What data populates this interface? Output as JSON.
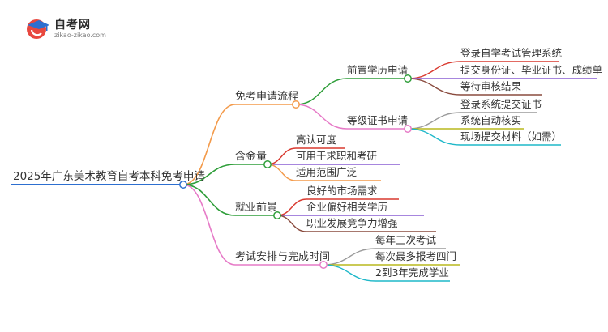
{
  "logo": {
    "title": "自考网",
    "url": "zikao-zikao.com"
  },
  "mindmap": {
    "root": "2025年广东美术教育自考本科免考申请",
    "branches": [
      {
        "label": "免考申请流程",
        "color": "#f39a4a",
        "children": [
          {
            "label": "前置学历申请",
            "color": "#2f9e3a",
            "children": [
              {
                "label": "登录自学考试管理系统",
                "color": "#d9392f"
              },
              {
                "label": "提交身份证、毕业证书、成绩单",
                "color": "#8a5fd3"
              },
              {
                "label": "等待审核结果",
                "color": "#8a4b3e"
              }
            ]
          },
          {
            "label": "等级证书申请",
            "color": "#e67ac7",
            "children": [
              {
                "label": "登录系统提交证书",
                "color": "#9a9a9a"
              },
              {
                "label": "系统自动核实",
                "color": "#b8b81e"
              },
              {
                "label": "现场提交材料（如需）",
                "color": "#1fb8c9"
              }
            ]
          }
        ]
      },
      {
        "label": "含金量",
        "color": "#2f9e3a",
        "children": [
          {
            "label": "高认可度",
            "color": "#d9392f"
          },
          {
            "label": "可用于求职和考研",
            "color": "#8a5fd3"
          },
          {
            "label": "适用范围广泛",
            "color": "#f39a4a"
          }
        ]
      },
      {
        "label": "就业前景",
        "color": "#2f9e3a",
        "children": [
          {
            "label": "良好的市场需求",
            "color": "#d9392f"
          },
          {
            "label": "企业偏好相关学历",
            "color": "#8a5fd3"
          },
          {
            "label": "职业发展竞争力增强",
            "color": "#8a4b3e"
          }
        ]
      },
      {
        "label": "考试安排与完成时间",
        "color": "#e67ac7",
        "children": [
          {
            "label": "每年三次考试",
            "color": "#9a9a9a"
          },
          {
            "label": "每次最多报考四门",
            "color": "#b8b81e"
          },
          {
            "label": "2到3年完成学业",
            "color": "#1fb8c9"
          }
        ]
      }
    ]
  }
}
